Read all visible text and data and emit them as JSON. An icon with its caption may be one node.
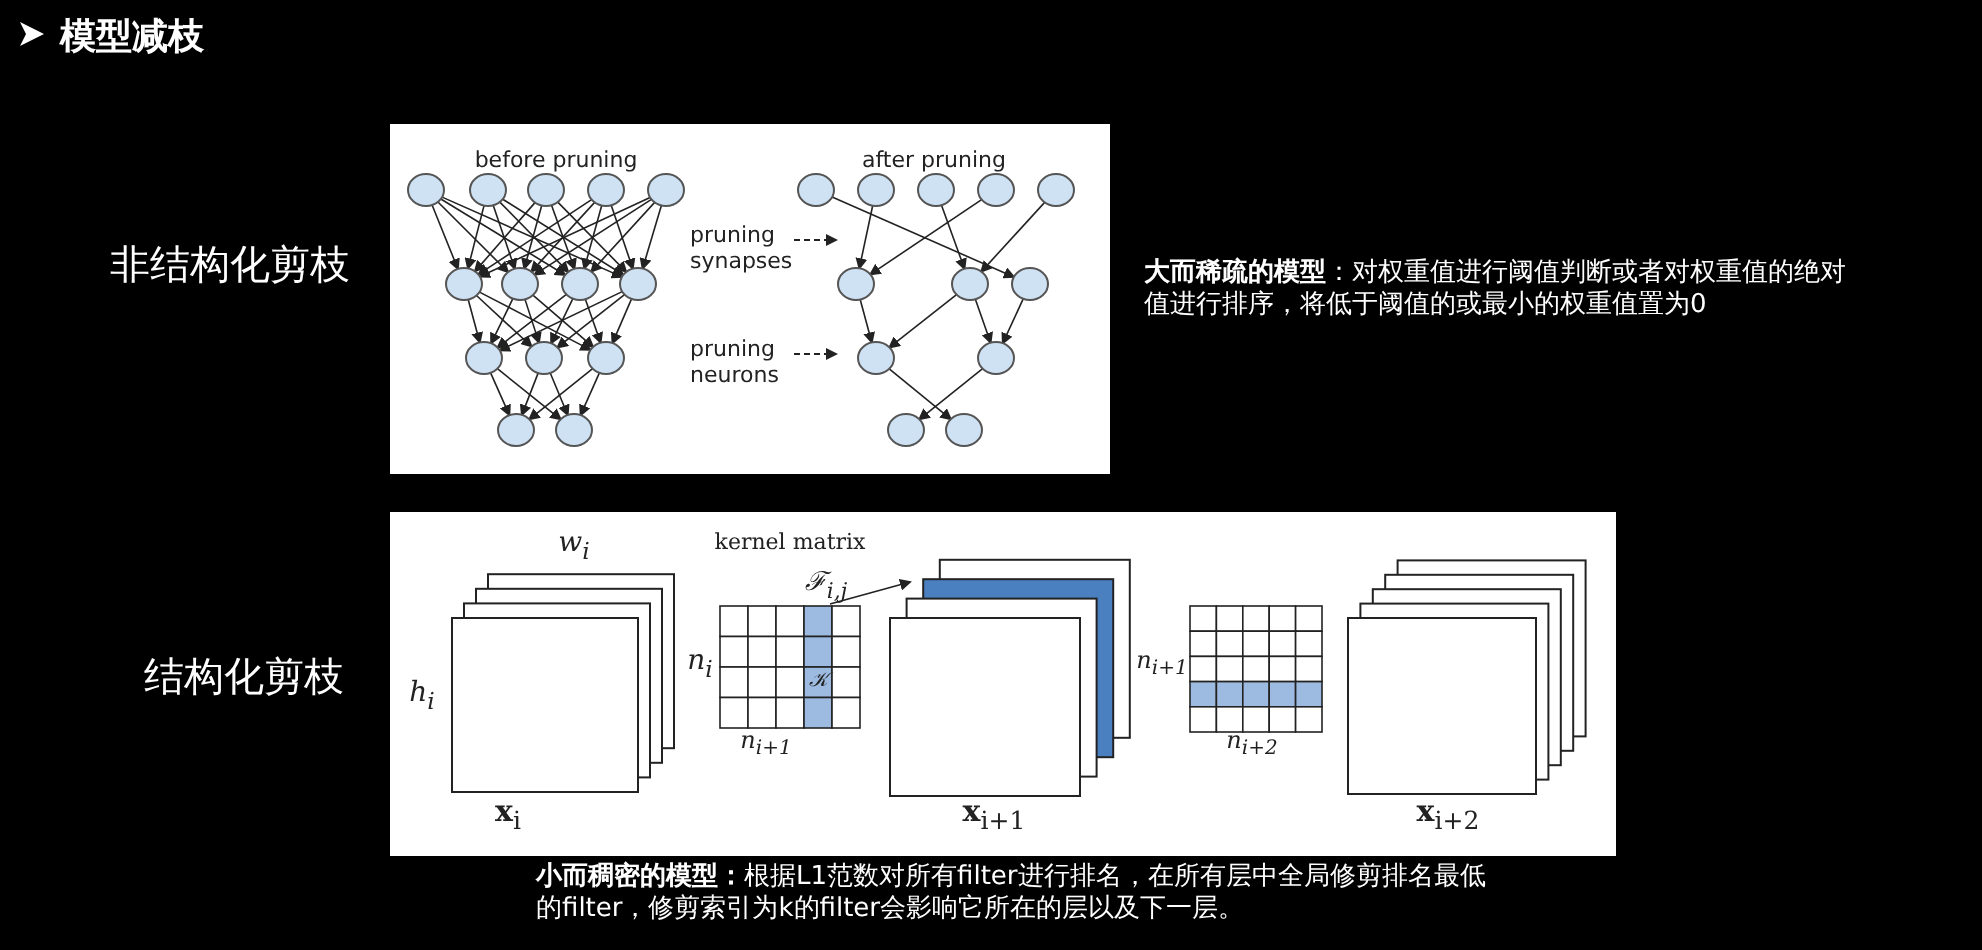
{
  "diagram": {
    "title": "模型减枝",
    "nodes": [
      {
        "text": [],
        "shape": "circle"
      },
      {
        "text": [],
        "shape": "circle"
      },
      {
        "text": [],
        "shape": "circle"
      },
      {
        "text": [],
        "shape": "circle"
      },
      {
        "text": [],
        "shape": "circle"
      },
      {
        "text": [],
        "shape": "circle"
      },
      {
        "text": [],
        "shape": "circle"
      },
      {
        "text": [],
        "shape": "circle"
      },
      {
        "text": [],
        "shape": "circle"
      },
      {
        "text": [],
        "shape": "circle"
      },
      {
        "text": [],
        "shape": "circle"
      },
      {
        "text": [],
        "shape": "circle"
      },
      {
        "text": [],
        "shape": "circle"
      },
      {
        "text": [],
        "shape": "circle"
      },
      {
        "text": [],
        "shape": "circle"
      },
      {
        "text": [],
        "shape": "circle"
      },
      {
        "text": [],
        "shape": "circle"
      },
      {
        "text": [],
        "shape": "circle"
      },
      {
        "text": [],
        "shape": "circle"
      },
      {
        "text": [],
        "shape": "circle"
      },
      {
        "text": [],
        "shape": "circle"
      },
      {
        "text": [],
        "shape": "circle"
      },
      {
        "text": [],
        "shape": "circle"
      },
      {
        "text": [],
        "shape": "circle"
      },
      {
        "text": [],
        "shape": "circle"
      },
      {
        "text": [],
        "shape": "circle"
      }
    ],
    "edges": [
      {
        "from": 0,
        "to": 5,
        "arrow": "to"
      },
      {
        "from": 0,
        "to": 6,
        "arrow": "to"
      },
      {
        "from": 0,
        "to": 7,
        "arrow": "to"
      },
      {
        "from": 0,
        "to": 8,
        "arrow": "to"
      },
      {
        "from": 1,
        "to": 5,
        "arrow": "to"
      },
      {
        "from": 1,
        "to": 6,
        "arrow": "to"
      },
      {
        "from": 1,
        "to": 7,
        "arrow": "to"
      },
      {
        "from": 1,
        "to": 8,
        "arrow": "to"
      },
      {
        "from": 2,
        "to": 5,
        "arrow": "to"
      },
      {
        "from": 2,
        "to": 6,
        "arrow": "to"
      },
      {
        "from": 2,
        "to": 7,
        "arrow": "to"
      },
      {
        "from": 2,
        "to": 8,
        "arrow": "to"
      },
      {
        "from": 3,
        "to": 5,
        "arrow": "to"
      },
      {
        "from": 3,
        "to": 6,
        "arrow": "to"
      },
      {
        "from": 3,
        "to": 7,
        "arrow": "to"
      },
      {
        "from": 3,
        "to": 8,
        "arrow": "to"
      },
      {
        "from": 4,
        "to": 5,
        "arrow": "to"
      },
      {
        "from": 4,
        "to": 6,
        "arrow": "to"
      },
      {
        "from": 4,
        "to": 7,
        "arrow": "to"
      },
      {
        "from": 4,
        "to": 8,
        "arrow": "to"
      },
      {
        "from": 5,
        "to": 9,
        "arrow": "to"
      },
      {
        "from": 5,
        "to": 10,
        "arrow": "to"
      },
      {
        "from": 5,
        "to": 11,
        "arrow": "to"
      },
      {
        "from": 6,
        "to": 9,
        "arrow": "to"
      },
      {
        "from": 6,
        "to": 10,
        "arrow": "to"
      },
      {
        "from": 6,
        "to": 11,
        "arrow": "to"
      },
      {
        "from": 7,
        "to": 9,
        "arrow": "to"
      },
      {
        "from": 7,
        "to": 10,
        "arrow": "to"
      },
      {
        "from": 7,
        "to": 11,
        "arrow": "to"
      },
      {
        "from": 8,
        "to": 9,
        "arrow": "to"
      },
      {
        "from": 8,
        "to": 10,
        "arrow": "to"
      },
      {
        "from": 8,
        "to": 11,
        "arrow": "to"
      },
      {
        "from": 9,
        "to": 12,
        "arrow": "to"
      },
      {
        "from": 9,
        "to": 13,
        "arrow": "to"
      },
      {
        "from": 10,
        "to": 12,
        "arrow": "to"
      },
      {
        "from": 10,
        "to": 13,
        "arrow": "to"
      },
      {
        "from": 11,
        "to": 12,
        "arrow": "to"
      },
      {
        "from": 11,
        "to": 13,
        "arrow": "to"
      },
      {
        "from": 14,
        "to": 21,
        "arrow": "to"
      },
      {
        "from": 15,
        "to": 19,
        "arrow": "to"
      },
      {
        "from": 16,
        "to": 20,
        "arrow": "to"
      },
      {
        "from": 17,
        "to": 19,
        "arrow": "to"
      },
      {
        "from": 18,
        "to": 20,
        "arrow": "to"
      },
      {
        "from": 19,
        "to": 22,
        "arrow": "to"
      },
      {
        "from": 20,
        "to": 22,
        "arrow": "to"
      },
      {
        "from": 20,
        "to": 23,
        "arrow": "to"
      },
      {
        "from": 21,
        "to": 23,
        "arrow": "to"
      },
      {
        "from": 22,
        "to": 25,
        "arrow": "to"
      },
      {
        "from": 23,
        "to": 24,
        "arrow": "to"
      }
    ],
    "labels": [
      "非结构化剪枝",
      "before pruning",
      "after pruning",
      "pruning synapses",
      "pruning neurons",
      "**大而稀疏的模型**：对权重值进行阈值判断或者对权重值的绝对值进行排序，将低于阈值的或最小的权重值置为0",
      "结构化剪枝",
      "*w*$_{i}$",
      "kernel matrix",
      "ℱ$_{i,j}$",
      "*n*$_{i}$",
      "*h*$_{i}$",
      "𝒦",
      "*n*$_{i+1}$",
      "*n*$_{i+1}$",
      "*n*$_{i+2}$",
      "**x**$_{i}$",
      "**x**$_{i+1}$",
      "**x**$_{i+2}$",
      "**小而稠密的模型：**根据L1范数对所有filter进行排名，在所有层中全局修剪排名最低的filter，修剪索引为k的filter会影响它所在的层以及下一层。"
    ]
  }
}
